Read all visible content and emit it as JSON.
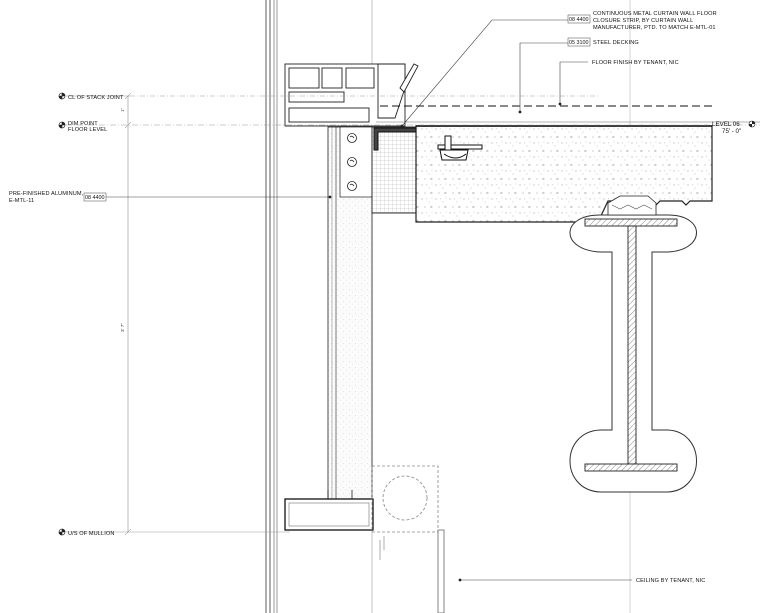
{
  "annotations": {
    "curtain_wall_closure": {
      "tag": "08 4400",
      "lines": [
        "CONTINUOUS METAL CURTAIN WALL FLOOR",
        "CLOSURE  STRIP, BY CURTAIN WALL",
        "MANUFACTURER, PTD. TO MATCH E-MTL-01"
      ]
    },
    "steel_decking": {
      "tag": "05 3100",
      "text": "STEEL DECKING"
    },
    "floor_finish": {
      "text": "FLOOR FINISH BY TENANT, NIC"
    },
    "pre_finished_aluminum": {
      "lines": [
        "PRE-FINISHED ALUMINUM,",
        "E-MTL-11"
      ],
      "tag": "08 4400"
    },
    "ceiling": {
      "text": "CEILING BY TENANT, NIC"
    }
  },
  "datums": {
    "stack_joint": {
      "label": "CL OF STACK JOINT"
    },
    "dim_point": {
      "lines": [
        "DIM POINT",
        "FLOOR LEVEL"
      ]
    },
    "mullion": {
      "label": "U/S OF MULLION"
    }
  },
  "level": {
    "name": "LEVEL 06",
    "elevation": "75' - 0\""
  },
  "dimensions": {
    "small_gap": "1\"",
    "mullion_depth": "3' 7\""
  }
}
